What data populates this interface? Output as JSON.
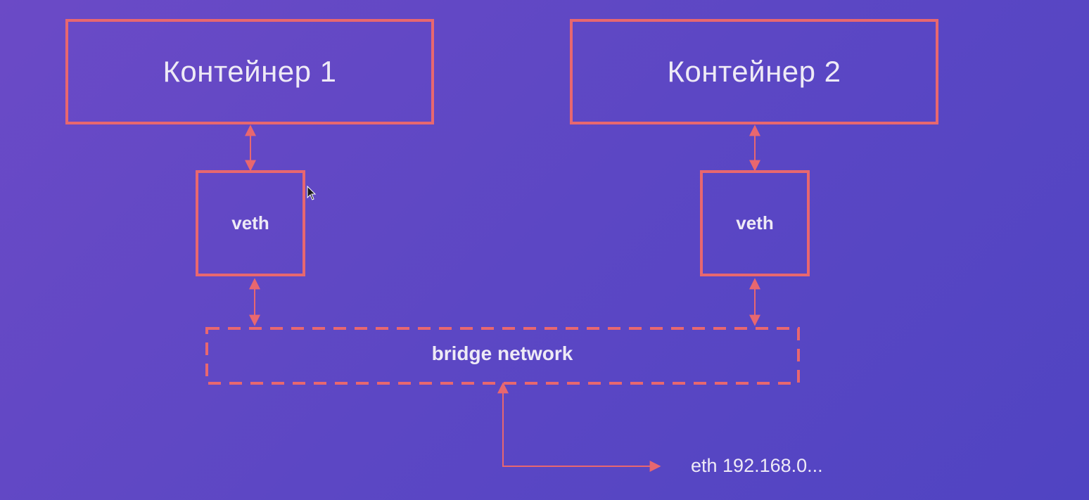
{
  "diagram": {
    "containers": [
      {
        "label": "Контейнер 1"
      },
      {
        "label": "Контейнер 2"
      }
    ],
    "veths": [
      {
        "label": "veth"
      },
      {
        "label": "veth"
      }
    ],
    "bridge": {
      "label": "bridge network"
    },
    "eth": {
      "label": "eth 192.168.0..."
    },
    "colors": {
      "stroke": "#e8676f",
      "text": "#eeeaf6",
      "background_start": "#6b4ac6",
      "background_end": "#5044c2"
    }
  }
}
